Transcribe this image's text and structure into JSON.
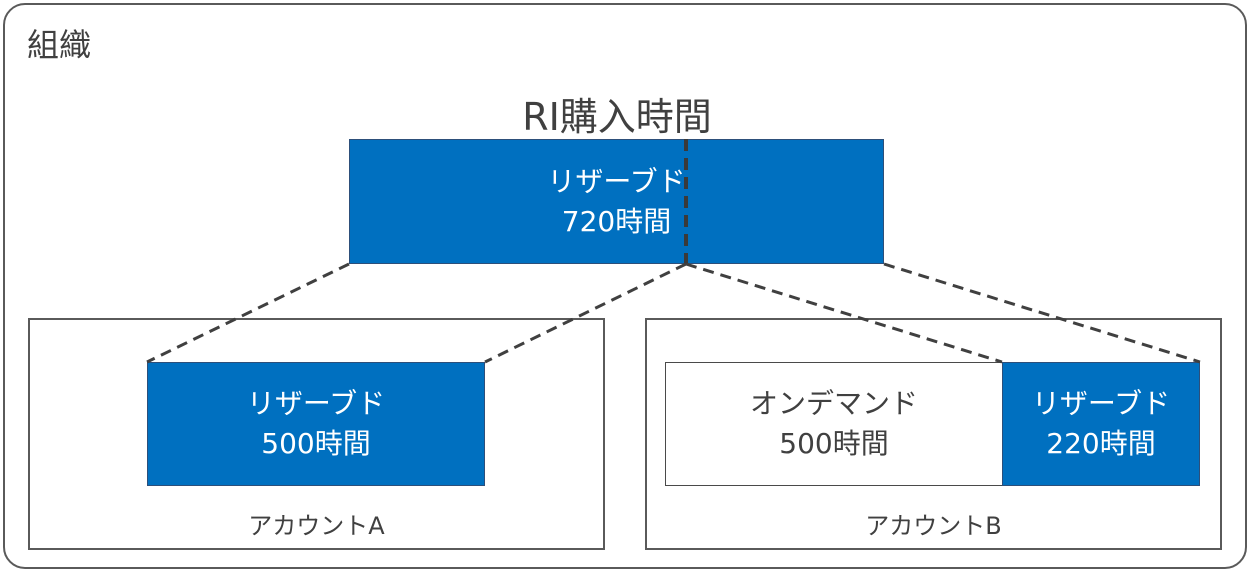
{
  "organization": {
    "label": "組織"
  },
  "title": "RI購入時間",
  "top_box": {
    "line1": "リザーブド",
    "line2": "720時間"
  },
  "account_a": {
    "label": "アカウントA",
    "reserved": {
      "line1": "リザーブド",
      "line2": "500時間"
    }
  },
  "account_b": {
    "label": "アカウントB",
    "on_demand": {
      "line1": "オンデマンド",
      "line2": "500時間"
    },
    "reserved": {
      "line1": "リザーブド",
      "line2": "220時間"
    }
  },
  "colors": {
    "reserved_fill": "#0070c0",
    "border": "#5a5a5a",
    "text": "#404040"
  }
}
